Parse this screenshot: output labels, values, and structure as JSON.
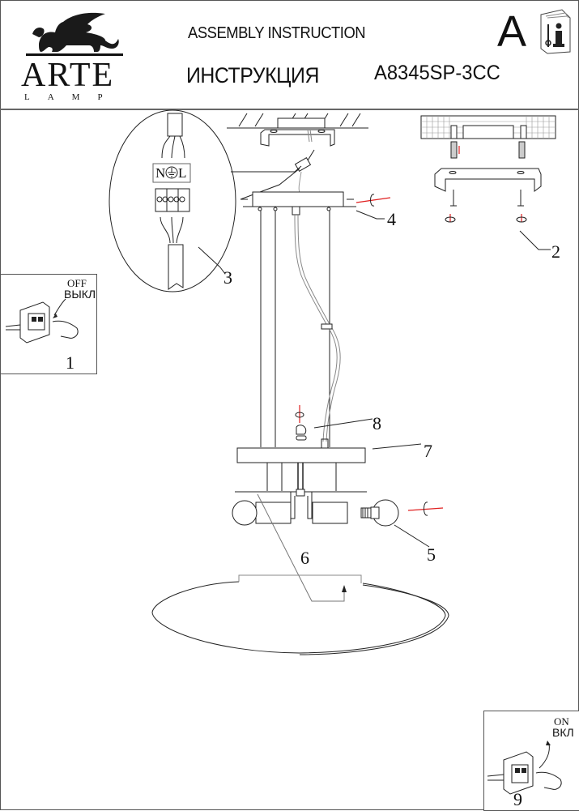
{
  "header": {
    "brand_name": "ARTE",
    "brand_sub": "LAMP",
    "title_en": "ASSEMBLY INSTRUCTION",
    "title_ru": "ИНСТРУКЦИЯ",
    "model": "A8345SP-3CC",
    "section_letter": "A",
    "manual_icon": "info-manual-icon",
    "logo_icon": "winged-lion-icon"
  },
  "wiring_detail": {
    "terminal_left": "N",
    "terminal_right": "L",
    "terminal_middle_icon": "ground-icon"
  },
  "steps": {
    "switch_off": {
      "number": "1",
      "label_en": "OFF",
      "label_ru": "ВЫКЛ"
    },
    "switch_on": {
      "number": "9",
      "label_en": "ON",
      "label_ru": "ВКЛ"
    }
  },
  "callouts": [
    "2",
    "3",
    "4",
    "5",
    "6",
    "7",
    "8"
  ],
  "colors": {
    "line": "#222222",
    "accent_arrow": "#e02020",
    "border": "#555555"
  }
}
